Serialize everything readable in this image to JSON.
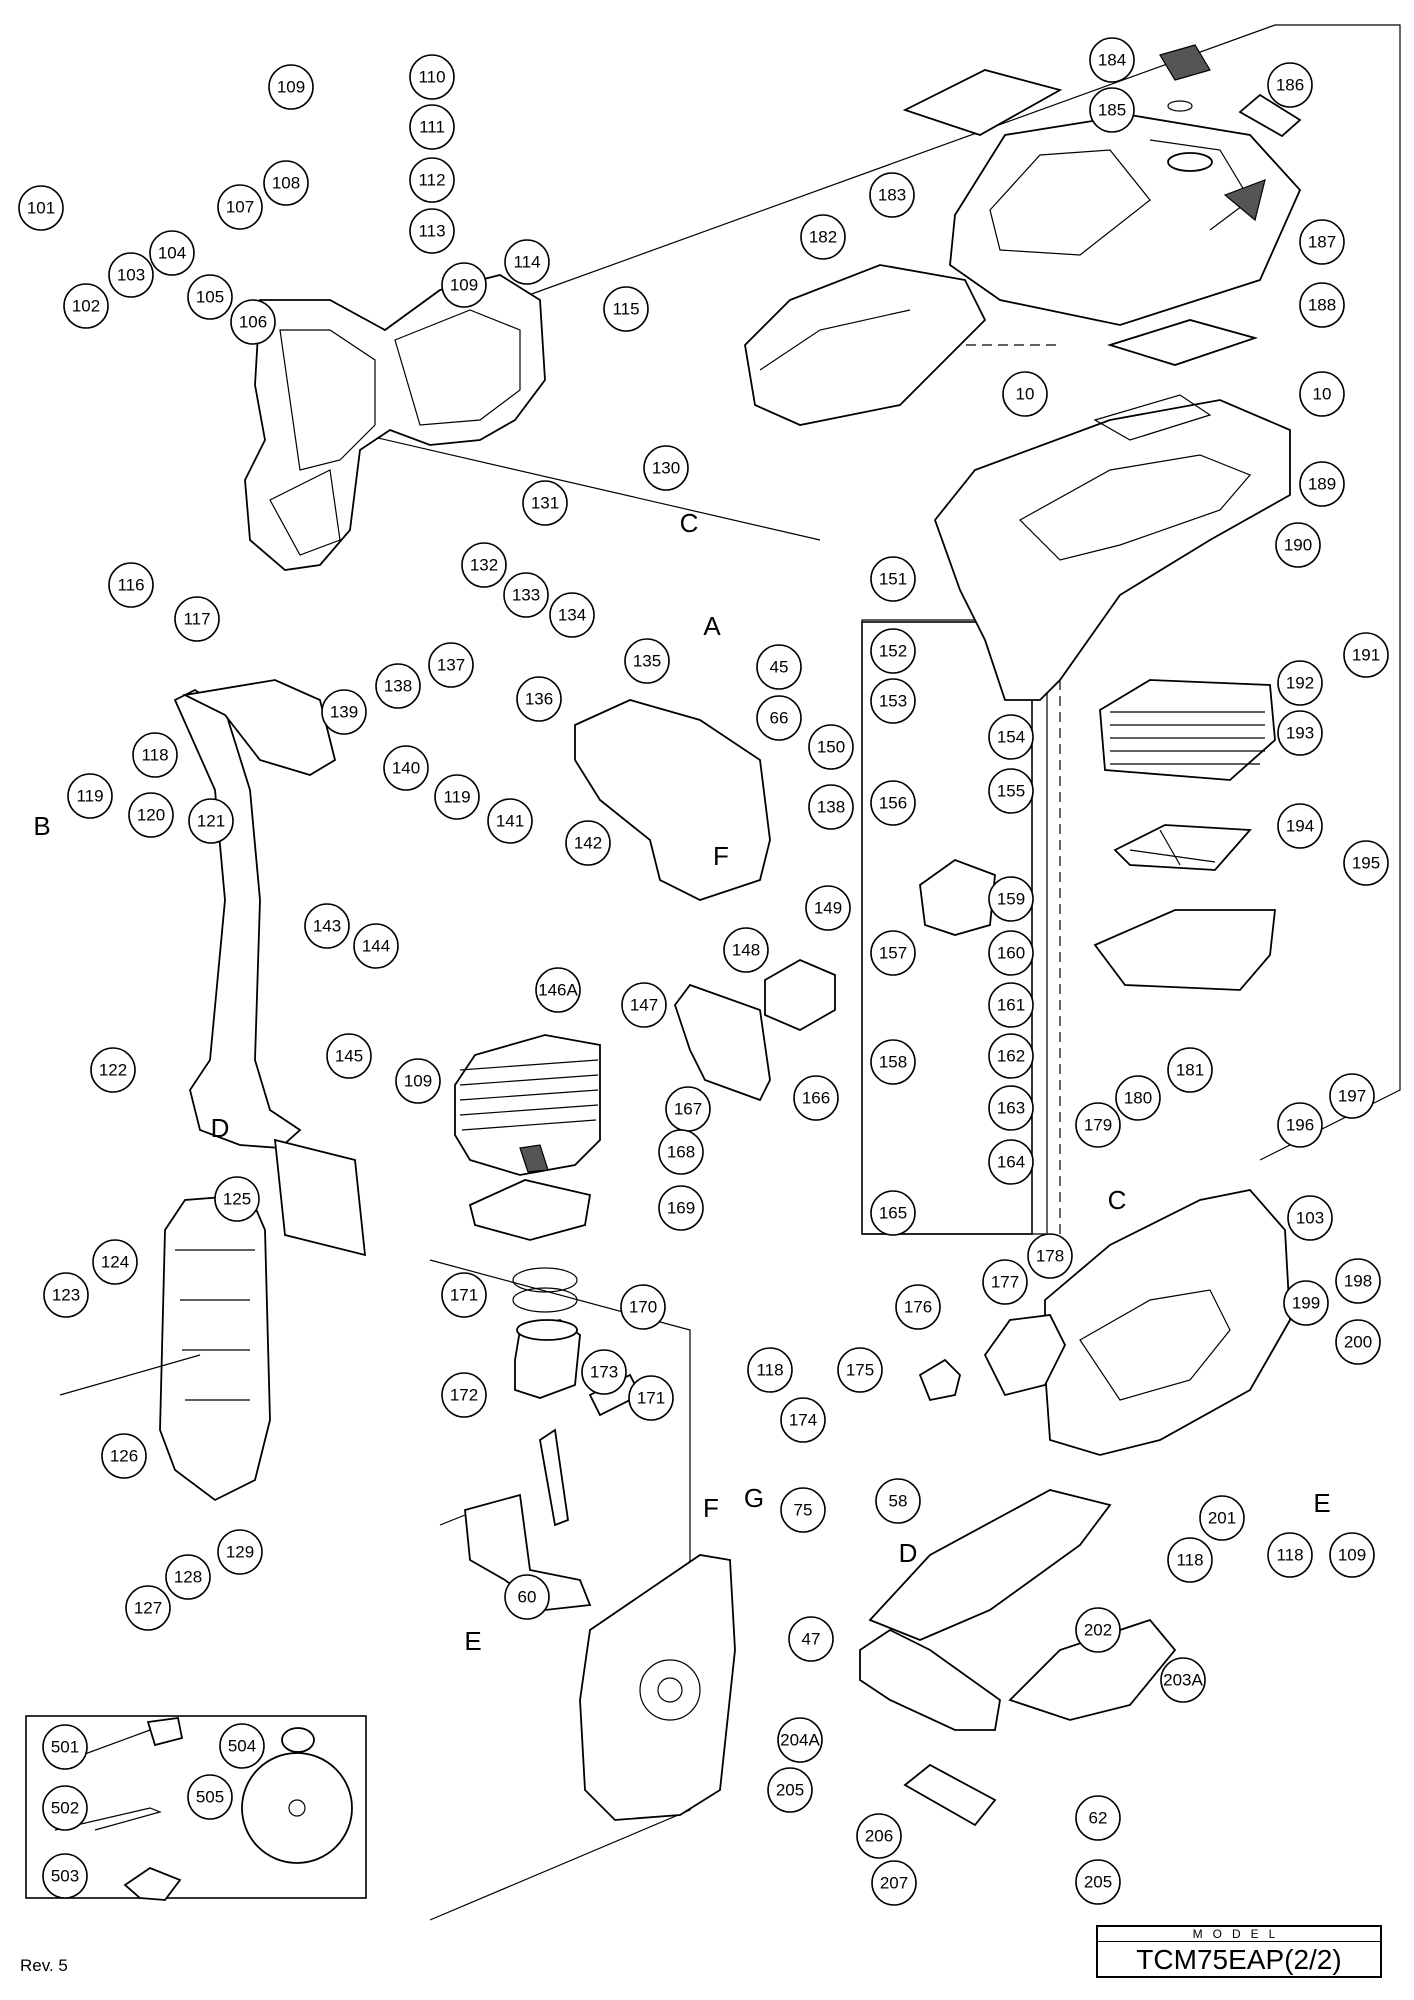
{
  "callouts": [
    "10",
    "45",
    "47",
    "58",
    "60",
    "62",
    "66",
    "75",
    "101",
    "102",
    "103",
    "104",
    "105",
    "106",
    "107",
    "108",
    "109",
    "110",
    "111",
    "112",
    "113",
    "114",
    "115",
    "116",
    "117",
    "118",
    "119",
    "120",
    "121",
    "122",
    "123",
    "124",
    "125",
    "126",
    "127",
    "128",
    "129",
    "130",
    "131",
    "132",
    "133",
    "134",
    "135",
    "136",
    "137",
    "138",
    "139",
    "140",
    "141",
    "142",
    "143",
    "144",
    "145",
    "146A",
    "147",
    "148",
    "149",
    "150",
    "151",
    "152",
    "153",
    "154",
    "155",
    "156",
    "157",
    "158",
    "159",
    "160",
    "161",
    "162",
    "163",
    "164",
    "165",
    "166",
    "167",
    "168",
    "169",
    "170",
    "171",
    "172",
    "173",
    "174",
    "175",
    "176",
    "177",
    "178",
    "179",
    "180",
    "181",
    "182",
    "183",
    "184",
    "185",
    "186",
    "187",
    "188",
    "189",
    "190",
    "191",
    "192",
    "193",
    "194",
    "195",
    "196",
    "197",
    "198",
    "199",
    "200",
    "201",
    "202",
    "203A",
    "204A",
    "205",
    "206",
    "207",
    "501",
    "502",
    "503",
    "504",
    "505"
  ],
  "connection_letters": [
    "A",
    "B",
    "C",
    "D",
    "E",
    "F",
    "G"
  ],
  "model": {
    "caption": "MODEL",
    "name": "TCM75EAP(2/2)"
  },
  "revision": "Rev. 5"
}
